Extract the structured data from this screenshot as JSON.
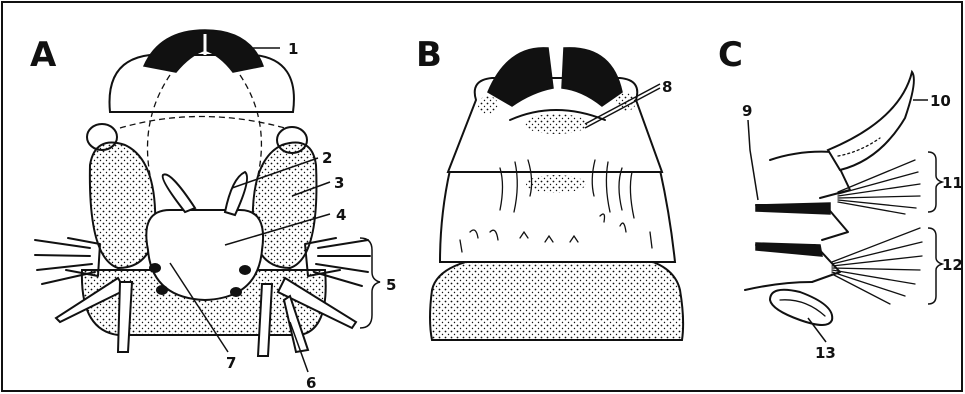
{
  "panels": [
    {
      "letter": "A"
    },
    {
      "letter": "B"
    },
    {
      "letter": "C"
    }
  ],
  "labels": [
    "1",
    "2",
    "3",
    "4",
    "5",
    "6",
    "7",
    "8",
    "9",
    "10",
    "11",
    "12",
    "13"
  ]
}
